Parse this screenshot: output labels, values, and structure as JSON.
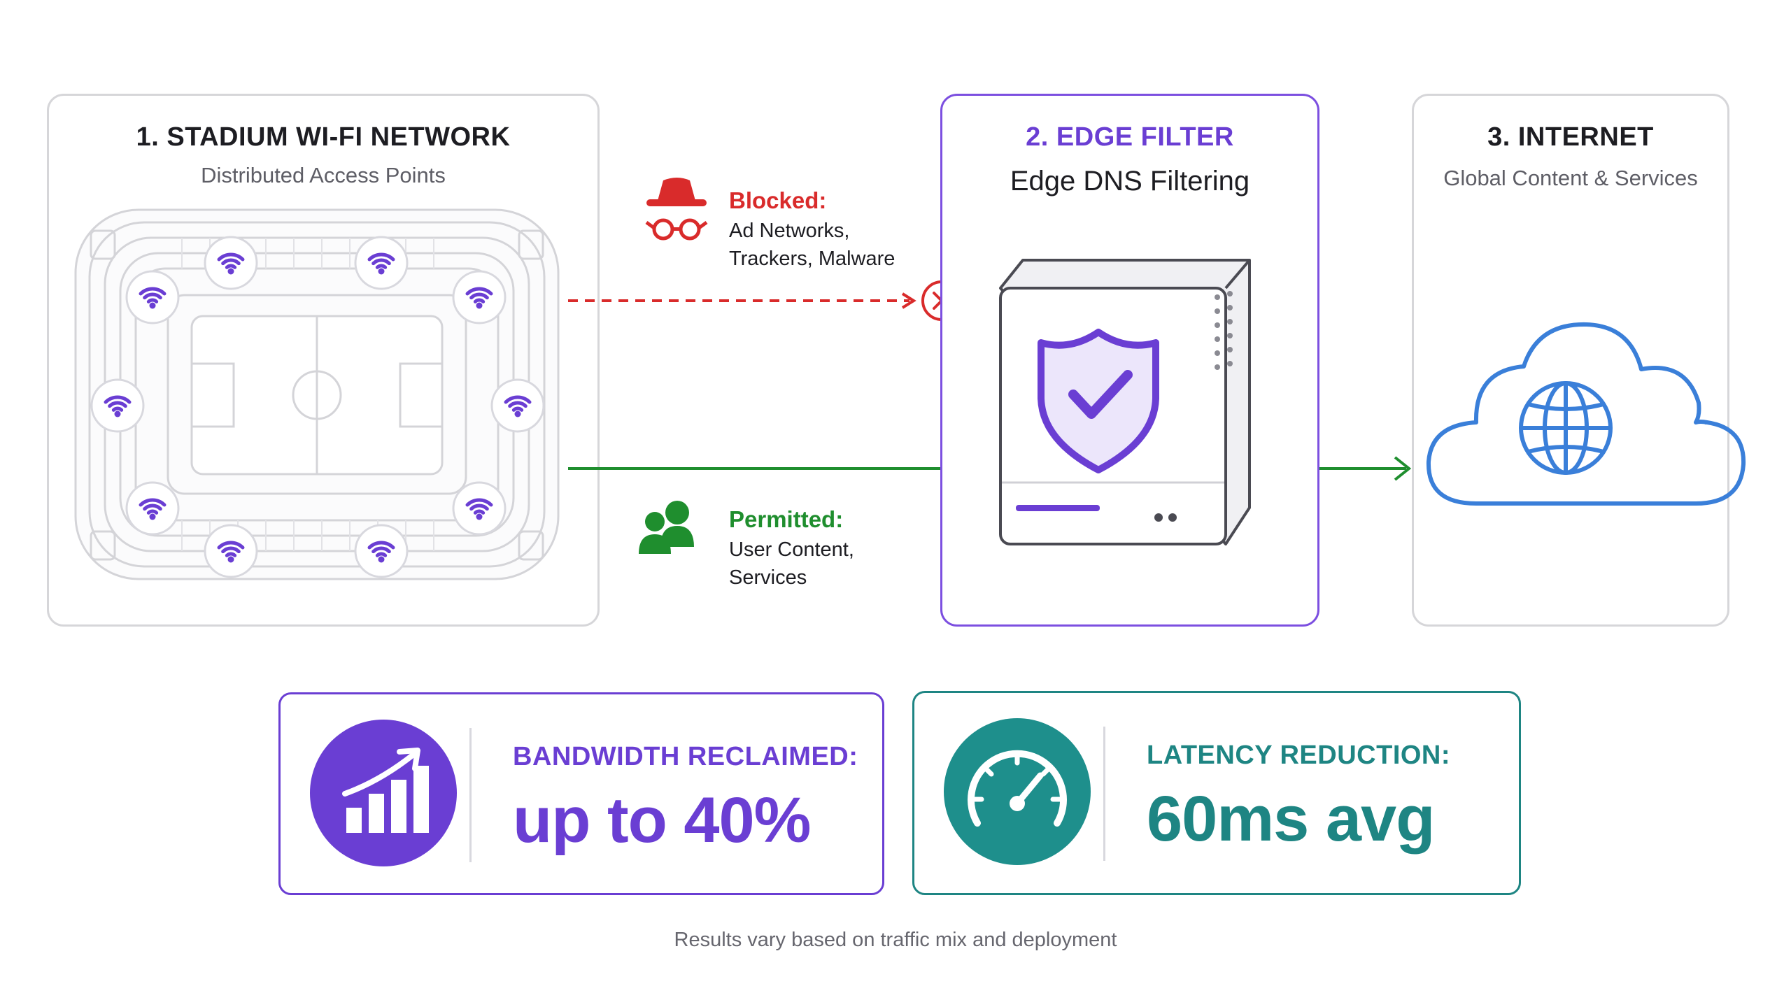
{
  "network": {
    "title": "1. STADIUM WI-FI NETWORK",
    "subtitle": "Distributed Access Points"
  },
  "edge": {
    "title": "2. EDGE FILTER",
    "subtitle": "Edge DNS Filtering"
  },
  "internet": {
    "title": "3. INTERNET",
    "subtitle": "Global Content & Services"
  },
  "blocked": {
    "title": "Blocked:",
    "line1": "Ad Networks,",
    "line2": "Trackers, Malware",
    "color": "#d92b2b"
  },
  "permitted": {
    "title": "Permitted:",
    "line1": "User Content,",
    "line2": "Services",
    "color": "#1f8e2e"
  },
  "stats": {
    "bandwidth": {
      "label": "BANDWIDTH RECLAIMED:",
      "value": "up to 40%"
    },
    "latency": {
      "label": "LATENCY REDUCTION:",
      "value": "60ms avg"
    }
  },
  "footnote": "Results vary based on traffic mix and deployment",
  "colors": {
    "purple": "#6a3ed3",
    "teal": "#1e8583",
    "cloud_blue": "#3a7fd9",
    "red": "#d92b2b",
    "green": "#1f8e2e"
  },
  "icons": {
    "access_point": "wifi-icon",
    "blocked": "spy-icon",
    "permitted": "users-icon",
    "block_marker": "x-circle-icon",
    "filter": "shield-check-icon",
    "internet": "cloud-globe-icon",
    "bandwidth": "bar-chart-growth-icon",
    "latency": "speedometer-icon"
  }
}
